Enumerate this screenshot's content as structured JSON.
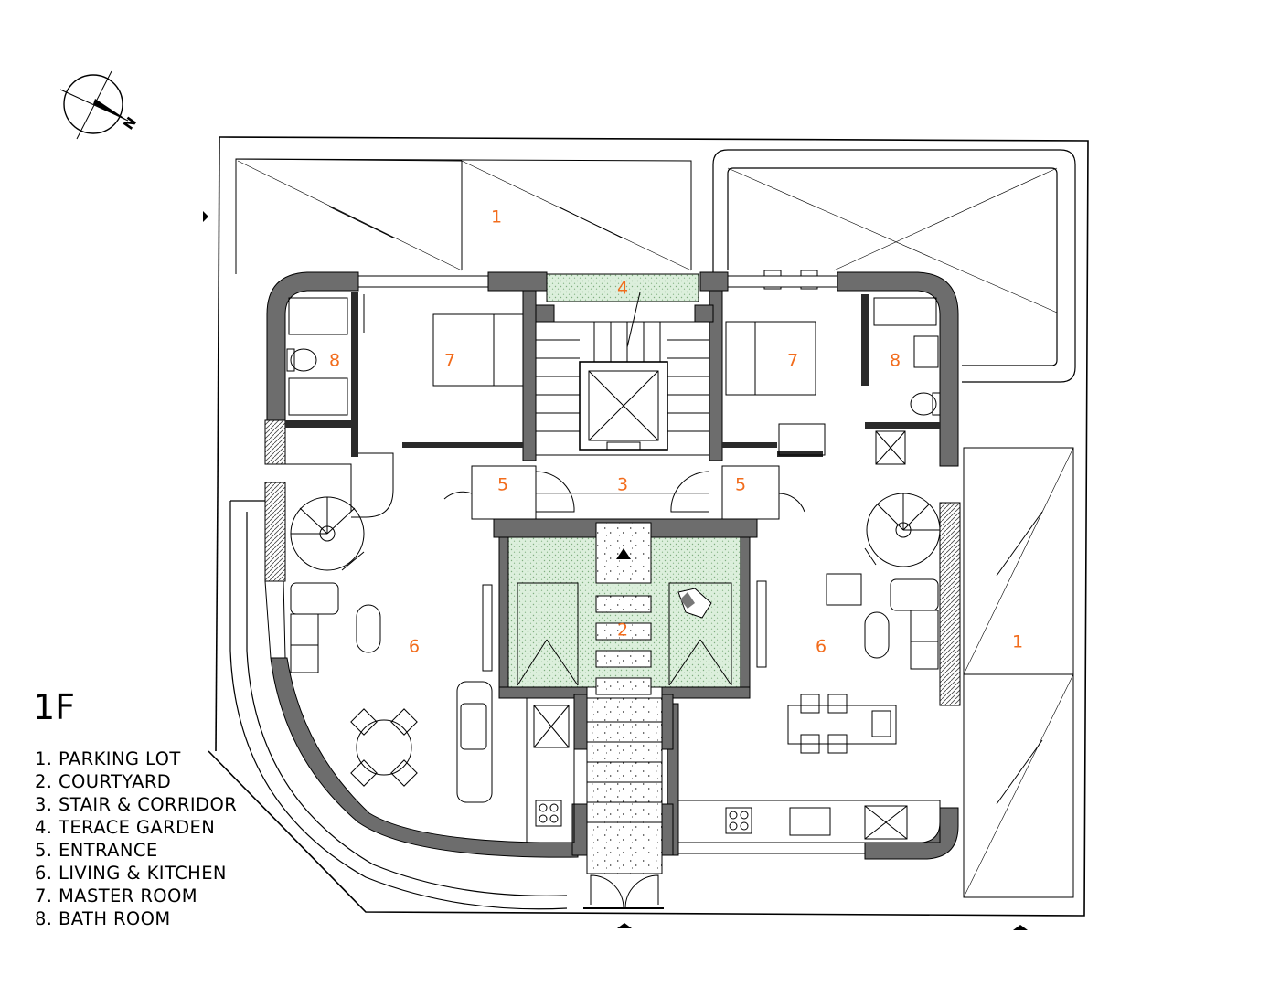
{
  "floor_label": "1F",
  "north_label": "N",
  "legend": [
    "1. PARKING LOT",
    "2. COURTYARD",
    "3. STAIR & CORRIDOR",
    "4. TERACE GARDEN",
    "5. ENTRANCE",
    "6. LIVING & KITCHEN",
    "7. MASTER ROOM",
    "8. BATH ROOM"
  ],
  "room_numbers": {
    "parking_top": "1",
    "parking_right": "1",
    "courtyard": "2",
    "stair_corridor": "3",
    "terrace_garden": "4",
    "entrance_left": "5",
    "entrance_right": "5",
    "living_left": "6",
    "living_right": "6",
    "master_left": "7",
    "master_right": "7",
    "bath_left": "8",
    "bath_right": "8"
  },
  "colors": {
    "room_number": "#f26c1c",
    "wall_fill": "#6d6d6d",
    "wall_dark": "#2a2a2a",
    "garden_fill": "#dcefdc",
    "line": "#000000"
  }
}
